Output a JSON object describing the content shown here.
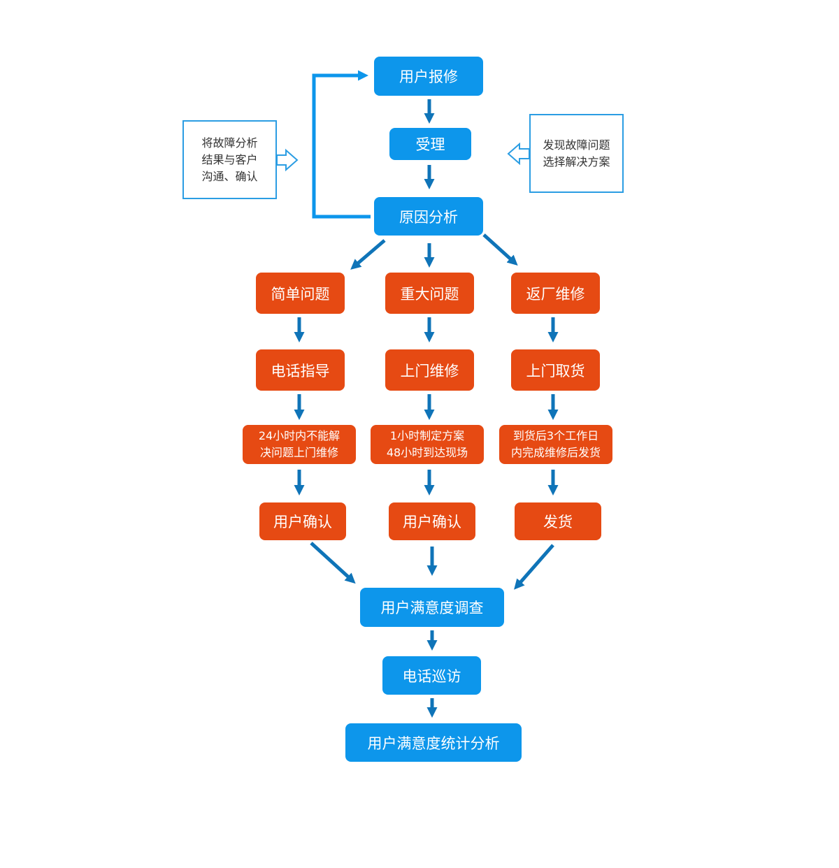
{
  "colors": {
    "primary": "#0d96eb",
    "accent": "#e64a13",
    "arrow": "#0f74b8"
  },
  "nodes": {
    "report": "用户报修",
    "accept": "受理",
    "analysis": "原因分析",
    "simple": "简单问题",
    "major": "重大问题",
    "return": "返厂维修",
    "phone_guide": "电话指导",
    "onsite_repair": "上门维修",
    "pickup": "上门取货",
    "simple_detail": [
      "24小时内不能解",
      "决问题上门维修"
    ],
    "major_detail": [
      "1小时制定方案",
      "48小时到达现场"
    ],
    "return_detail": [
      "到货后3个工作日",
      "内完成维修后发货"
    ],
    "confirm_1": "用户确认",
    "confirm_2": "用户确认",
    "ship": "发货",
    "survey": "用户满意度调查",
    "phone_visit": "电话巡访",
    "stats": "用户满意度统计分析"
  },
  "notes": {
    "left": [
      "将故障分析",
      "结果与客户",
      "沟通、确认"
    ],
    "right": [
      "发现故障问题",
      "选择解决方案"
    ]
  }
}
